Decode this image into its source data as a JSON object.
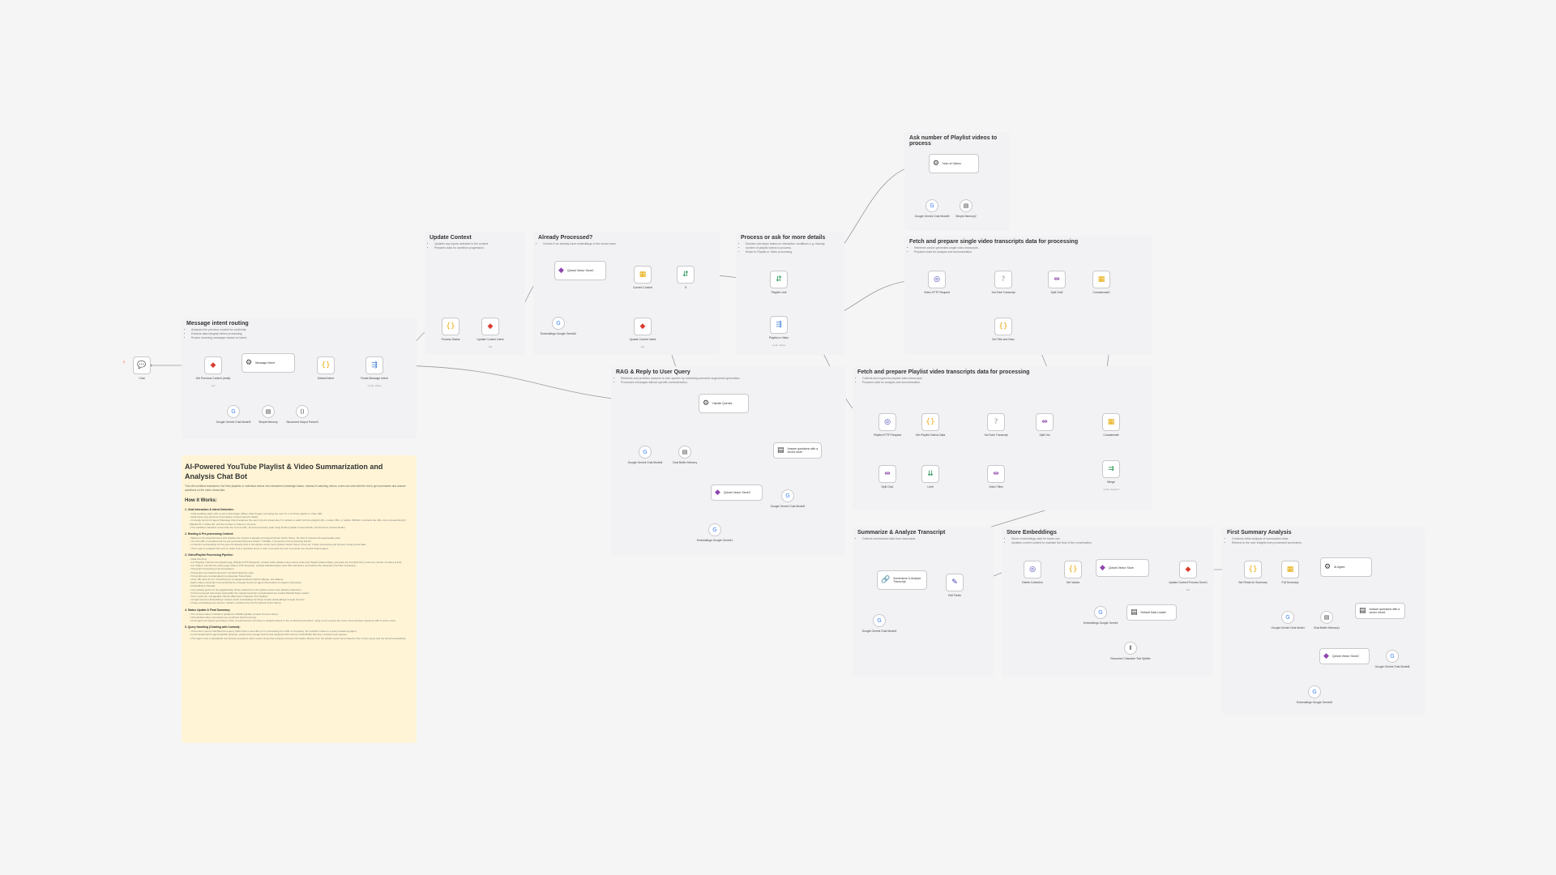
{
  "colors": {
    "canvas": "#f5f5f6",
    "sticky": "#f2f2f4",
    "sticky_main": "#fff5d6",
    "edge": "#9a9aa0",
    "accent": "#ff6d5a"
  },
  "stickies": [
    {
      "id": "s_intent",
      "title": "Message intent routing",
      "bullets": [
        "Analyzes the previous context for continuity.",
        "Extracts data integrity before processing.",
        "Routes incoming messages based on intent."
      ]
    },
    {
      "id": "s_update",
      "title": "Update Context",
      "bullets": [
        "Updates any inputs detected in the context.",
        "Prepares data for workflow progression."
      ]
    },
    {
      "id": "s_already",
      "title": "Already Processed?",
      "bullets": [
        "Checks if we already have embeddings in the vector store."
      ]
    },
    {
      "id": "s_process",
      "title": "Process or ask for more details",
      "bullets": [
        "Decides and steps based on interactive conditions e.g. missing",
        "number of playlist videos to process.",
        "Route to Playlist or Video processing."
      ]
    },
    {
      "id": "s_asknum",
      "title": "Ask number of Playlist videos to process",
      "bullets": []
    },
    {
      "id": "s_single",
      "title": "Fetch and prepare single video transcripts data for processing",
      "bullets": [
        "Retrieves and/or generates single video transcripts.",
        "Prepares data for analysis and summarization."
      ]
    },
    {
      "id": "s_rag",
      "title": "RAG & Reply to User Query",
      "bullets": [
        "Retrieves and provides answers to user queries by combining semantic augmented generation.",
        "Processes messages without specific summarization."
      ]
    },
    {
      "id": "s_playlist",
      "title": "Fetch and prepare Playlist video transcripts data for processing",
      "bullets": [
        "Collects and organizes playlist video transcripts.",
        "Prepares data for analysis and summarization."
      ]
    },
    {
      "id": "s_summ",
      "title": "Summarize & Analyze Transcript",
      "bullets": [
        "Collects summarized data from transcripts."
      ]
    },
    {
      "id": "s_store",
      "title": "Store Embeddings",
      "bullets": [
        "Stores embeddings data for future use.",
        "Updates current context to maintain the flow of the conversation."
      ]
    },
    {
      "id": "s_first",
      "title": "First Summary Analysis",
      "bullets": [
        "Conducts initial analysis of summarized data.",
        "Returns to the user insights from processed summaries."
      ]
    }
  ],
  "main_note": {
    "title": "AI-Powered YouTube Playlist & Video Summarization and Analysis Chat Bot",
    "intro": "This n8n workflow transforms YouTube playlists or individual videos into interactive knowledge bases. Instead of watching videos, users can chat with the bot to get summaries and answer questions on the video transcripts.",
    "how": "How it Works:",
    "sections": [
      {
        "title": "1. Chat Interaction & Intent Detection:",
        "items": [
          "Chat workflow starts with a user's chat trigger (When Chat Trigger) prompting the user for a YouTube playlist or video URL.",
          "Determines any previous conversation context stored in Redis.",
          "A Google Gemini AI agent (Message Intent) analyzes the user's input to determine if it contains a valid YouTube playlist URL, a video URL, or neither (NONE). It extracts the URL, the corresponding ID (Playlist ID or Video ID), and the number of videos to process.",
          "The workflow maintains context like the current URL, ID and processing state using Redis (Update Context Redis, Get Previous Context Redis)."
        ]
      },
      {
        "title": "2. Routing & Pre-processing Context:",
        "items": [
          "Based on the detected intent and whether the content is already processed (Check Vector Store), the flow is routed to the appropriate path.",
          "If a new URL is provided and not yet processed (Process Status = NONE), it proceeds to the processing branch.",
          "It checks if embeddings for the given ID already exist in the Qdrant vector store (Qdrant Vector Store) if they do, it skips processing and answers using stored data.",
          "If the input is a playlist URL and no video limit is specified (Limit is null), it prompts the user to provide one via Ask Videos agent."
        ]
      },
      {
        "title": "3. Video/Playlist Processing Pipeline:",
        "items": [
          "Data Fetching:",
          "For Playlists: Fetches the playlist page (Playlist HTTP Request), extracts video details using custom code (Get Playlist Videos Data), and splits the list (Split Out), limits the number of videos (Limit).",
          "For Videos: Fetches the video page (Video HTTP Request), extracts title/description (Get Title and Desc), and fetches the transcript (YouTube Transcript).",
          "Transcript Processing & Summarization:",
          "Transcripts are fetched using the YouTubeTranscript node.",
          "Transcripts are concatenated (Concatenate Transcripts).",
          "Over 10k rules (8 min. transcript) text is categorized/summarized (Merge, Get Values).",
          "Each video's transcript is summarized by a Google Gemini AI agent (Summarize & Analyze Transcript).",
          "Embedding & Storage:",
          "Any existing points for the playlist/video ID are cleared from the Qdrant vector store (Delete Collection).",
          "Fresh processed transcripts (potentially the original transcript concatenated) are loaded (Default Data Loader).",
          "Text is split into manageable chunks (Recursive Character Text Splitter).",
          "Google Gemini's Embeddings creates vector embeddings for these chunks (Embeddings Google Gemini).",
          "These embeddings are stored in Qdrant, partitioned by the ID (Qdrant Vector Store)."
        ]
      },
      {
        "title": "4. Status Update & Final Summary:",
        "items": [
          "The context status in Redis is updated to DONE (Update Context Process Done).",
          "All individual video summaries are combined (Full Summary).",
          "An AI agent (AI Agent) generates a final, comprehensive summary or analysis based on the combined summaries, using a tool to query the vector store (Answer questions with a vector store)."
        ]
      },
      {
        "title": "5. Query Handling (Chatting with Content):",
        "items": [
          "If the user's input is identified as a query rather than a new URL (or it's processing for a URL is complete), the workflow routes to a query answering agent.",
          "A conversational AI agent (Handle Queries), powered by Google Gemini and equipped with memory (Chat Buffer Memory), answers user queries.",
          "This agent uses a specialized tool (Answer questions with a vector store) that retrieves relevant information directly from the Qdrant vector store based on the current query and the stored embeddings."
        ]
      }
    ]
  },
  "nodes": [
    {
      "id": "chat",
      "label": "Chat",
      "sub": "",
      "icon": "💬",
      "color": "#333"
    },
    {
      "id": "getctx",
      "label": "Get Previous Context (redis)",
      "sub": "Get",
      "icon": "◆",
      "color": "#d93c2e"
    },
    {
      "id": "msgintent",
      "label": "Message Intent",
      "sub": "",
      "icon": "⚙",
      "color": "#333",
      "wide": true
    },
    {
      "id": "gemA",
      "label": "Google Gemini Chat Model3",
      "sub": "",
      "icon": "G",
      "color": "#4285f4",
      "circle": true
    },
    {
      "id": "memA",
      "label": "Simple Memory",
      "sub": "",
      "icon": "▤",
      "color": "#333",
      "circle": true
    },
    {
      "id": "parserA",
      "label": "Structured Output Parser3",
      "sub": "",
      "icon": "⟨⟩",
      "color": "#333",
      "circle": true
    },
    {
      "id": "default",
      "label": "Default Intent",
      "sub": "",
      "icon": "{}",
      "color": "#e6a800"
    },
    {
      "id": "route",
      "label": "Route Message Intent",
      "sub": "mode: Rules",
      "icon": "⇶",
      "color": "#3e7bd6"
    },
    {
      "id": "procstatus",
      "label": "Process Status",
      "sub": "",
      "icon": "{}",
      "color": "#e6a800"
    },
    {
      "id": "updctx",
      "label": "Update Context Intent",
      "sub": "Set",
      "icon": "◆",
      "color": "#d93c2e"
    },
    {
      "id": "qdrant1",
      "label": "Qdrant Vector Store1",
      "sub": "",
      "icon": "◆",
      "color": "#8e44ad",
      "wide": true
    },
    {
      "id": "embA",
      "label": "Embeddings Google Gemini2",
      "sub": "",
      "icon": "G",
      "color": "#4285f4",
      "circle": true
    },
    {
      "id": "curctx",
      "label": "Current Context",
      "sub": "",
      "icon": "▦",
      "color": "#e6a800"
    },
    {
      "id": "if1",
      "label": "If",
      "sub": "",
      "icon": "⇵",
      "color": "#1a8f4b"
    },
    {
      "id": "updctx2",
      "label": "Update Current Intent",
      "sub": "Set",
      "icon": "◆",
      "color": "#d93c2e"
    },
    {
      "id": "pllimit",
      "label": "Playlist Limit",
      "sub": "",
      "icon": "⇵",
      "color": "#1a8f4b"
    },
    {
      "id": "plorvid",
      "label": "Playlist or Video",
      "sub": "mode: Rules",
      "icon": "⇶",
      "color": "#3e7bd6"
    },
    {
      "id": "asknum",
      "label": "Num of Videos",
      "sub": "",
      "icon": "⚙",
      "color": "#333",
      "wide": true
    },
    {
      "id": "gemB",
      "label": "Google Gemini Chat Model5",
      "sub": "",
      "icon": "G",
      "color": "#4285f4",
      "circle": true
    },
    {
      "id": "memB",
      "label": "Simple Memory2",
      "sub": "",
      "icon": "▤",
      "color": "#333",
      "circle": true
    },
    {
      "id": "vidhttp",
      "label": "Video HTTP Request",
      "sub": "",
      "icon": "◎",
      "color": "#3e3eb0"
    },
    {
      "id": "yttrans",
      "label": "YouTube Transcript",
      "sub": "",
      "icon": "?",
      "color": "#999"
    },
    {
      "id": "split1",
      "label": "Split Out3",
      "sub": "",
      "icon": "⇹",
      "color": "#8e44ad"
    },
    {
      "id": "concat1",
      "label": "Concatenate2",
      "sub": "",
      "icon": "▦",
      "color": "#e6a800"
    },
    {
      "id": "titledesc",
      "label": "Get Title and Desc",
      "sub": "",
      "icon": "{}",
      "color": "#e6a800"
    },
    {
      "id": "handleq",
      "label": "Handle Queries",
      "sub": "",
      "icon": "⚙",
      "color": "#333",
      "wide": true
    },
    {
      "id": "gemC",
      "label": "Google Gemini Chat Model4",
      "sub": "",
      "icon": "G",
      "color": "#4285f4",
      "circle": true
    },
    {
      "id": "memC",
      "label": "Chat Buffer Memory",
      "sub": "",
      "icon": "▤",
      "color": "#333",
      "circle": true
    },
    {
      "id": "answertool",
      "label": "Answer questions with a vector store",
      "sub": "",
      "icon": "▤",
      "color": "#333",
      "wide": true
    },
    {
      "id": "qdrant2",
      "label": "Qdrant Vector Store3",
      "sub": "",
      "icon": "◆",
      "color": "#8e44ad",
      "wide": true
    },
    {
      "id": "gemD",
      "label": "Google Gemini Chat Model2",
      "sub": "",
      "icon": "G",
      "color": "#4285f4",
      "circle": true
    },
    {
      "id": "embB",
      "label": "Embeddings Google Gemini1",
      "sub": "",
      "icon": "G",
      "color": "#4285f4",
      "circle": true
    },
    {
      "id": "plhttp",
      "label": "Playlist HTTP Request",
      "sub": "",
      "icon": "◎",
      "color": "#3e3eb0"
    },
    {
      "id": "plvids",
      "label": "Get Playlist Videos Data",
      "sub": "",
      "icon": "{}",
      "color": "#e6a800"
    },
    {
      "id": "yttrans2",
      "label": "YouTube Transcript",
      "sub": "",
      "icon": "?",
      "color": "#999"
    },
    {
      "id": "split2",
      "label": "Split Out",
      "sub": "",
      "icon": "⇹",
      "color": "#8e44ad"
    },
    {
      "id": "concat2",
      "label": "Concatenate",
      "sub": "",
      "icon": "▦",
      "color": "#e6a800"
    },
    {
      "id": "split3",
      "label": "Split Out1",
      "sub": "",
      "icon": "⇹",
      "color": "#8e44ad"
    },
    {
      "id": "limit",
      "label": "Limit",
      "sub": "",
      "icon": "⇊",
      "color": "#1a8f4b"
    },
    {
      "id": "videos",
      "label": "Video Titles",
      "sub": "",
      "icon": "⇹",
      "color": "#8e44ad"
    },
    {
      "id": "merge",
      "label": "Merge",
      "sub": "mode: Append",
      "icon": "⇉",
      "color": "#1a8f4b"
    },
    {
      "id": "summarize",
      "label": "Summarize & Analyze Transcript",
      "sub": "",
      "icon": "🔗",
      "color": "#333",
      "wide": true
    },
    {
      "id": "gemE",
      "label": "Google Gemini Chat Model1",
      "sub": "",
      "icon": "G",
      "color": "#4285f4",
      "circle": true
    },
    {
      "id": "editfields",
      "label": "Edit Fields",
      "sub": "",
      "icon": "✎",
      "color": "#3e3eb0"
    },
    {
      "id": "delcoll",
      "label": "Delete Collection",
      "sub": "",
      "icon": "◎",
      "color": "#3e3eb0"
    },
    {
      "id": "getvalues",
      "label": "Get Values",
      "sub": "",
      "icon": "{}",
      "color": "#e6a800"
    },
    {
      "id": "qdrant3",
      "label": "Qdrant Vector Store",
      "sub": "",
      "icon": "◆",
      "color": "#8e44ad",
      "wide": true
    },
    {
      "id": "embC",
      "label": "Embeddings Google Gemini",
      "sub": "",
      "icon": "G",
      "color": "#4285f4",
      "circle": true
    },
    {
      "id": "loader",
      "label": "Default Data Loader",
      "sub": "",
      "icon": "▤",
      "color": "#333",
      "wide": true
    },
    {
      "id": "splitter",
      "label": "Recursive Character Text Splitter",
      "sub": "",
      "icon": "⫴",
      "color": "#333",
      "circle": true
    },
    {
      "id": "updproc",
      "label": "Update Context Process Done1",
      "sub": "Set",
      "icon": "◆",
      "color": "#d93c2e"
    },
    {
      "id": "setfields",
      "label": "Set Fields for Summary",
      "sub": "",
      "icon": "{}",
      "color": "#e6a800"
    },
    {
      "id": "fullsum",
      "label": "Full Summary",
      "sub": "",
      "icon": "▦",
      "color": "#e6a800"
    },
    {
      "id": "aiagent",
      "label": "AI Agent",
      "sub": "",
      "icon": "⚙",
      "color": "#333",
      "wide": true
    },
    {
      "id": "gemF",
      "label": "Google Gemini Chat Model",
      "sub": "",
      "icon": "G",
      "color": "#4285f4",
      "circle": true
    },
    {
      "id": "memD",
      "label": "Chat Buffer Memory1",
      "sub": "",
      "icon": "▤",
      "color": "#333",
      "circle": true
    },
    {
      "id": "answertool2",
      "label": "Answer questions with a vector store1",
      "sub": "",
      "icon": "▤",
      "color": "#333",
      "wide": true
    },
    {
      "id": "qdrant4",
      "label": "Qdrant Vector Store2",
      "sub": "",
      "icon": "◆",
      "color": "#8e44ad",
      "wide": true
    },
    {
      "id": "gemG",
      "label": "Google Gemini Chat Model6",
      "sub": "",
      "icon": "G",
      "color": "#4285f4",
      "circle": true
    },
    {
      "id": "embD",
      "label": "Embeddings Google Gemini3",
      "sub": "",
      "icon": "G",
      "color": "#4285f4",
      "circle": true
    }
  ]
}
